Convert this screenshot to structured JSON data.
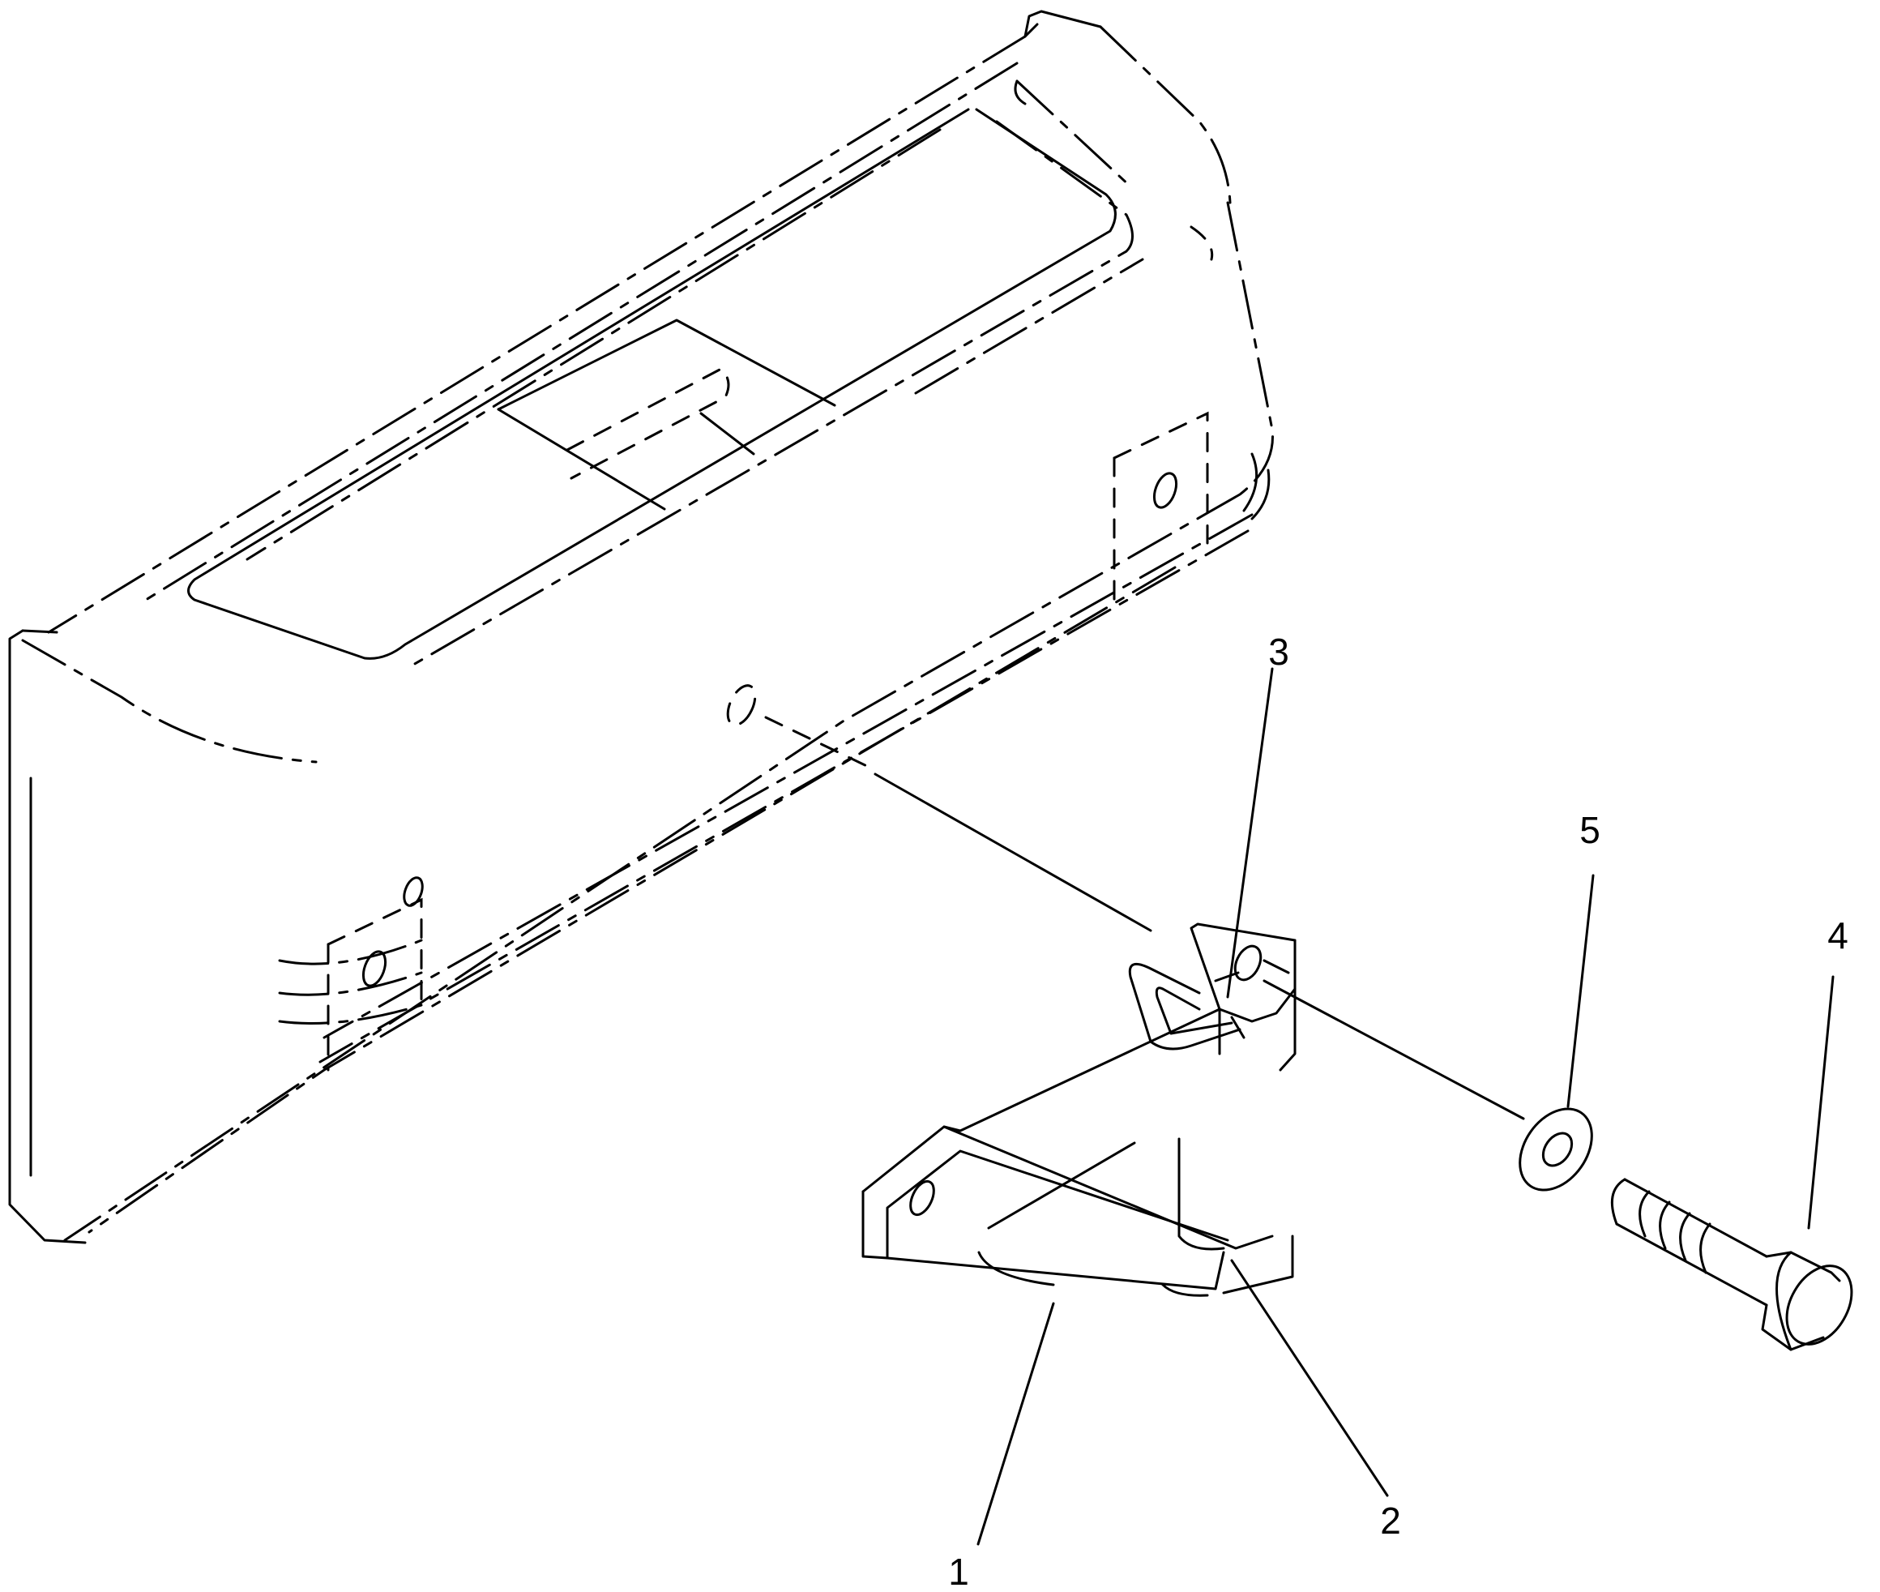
{
  "callouts": [
    {
      "id": "1",
      "label": "1"
    },
    {
      "id": "2",
      "label": "2"
    },
    {
      "id": "3",
      "label": "3"
    },
    {
      "id": "4",
      "label": "4"
    },
    {
      "id": "5",
      "label": "5"
    }
  ],
  "icons": [
    "counterweight-icon",
    "hitch-bracket-icon",
    "hitch-pin-icon",
    "bolt-icon",
    "washer-icon"
  ]
}
